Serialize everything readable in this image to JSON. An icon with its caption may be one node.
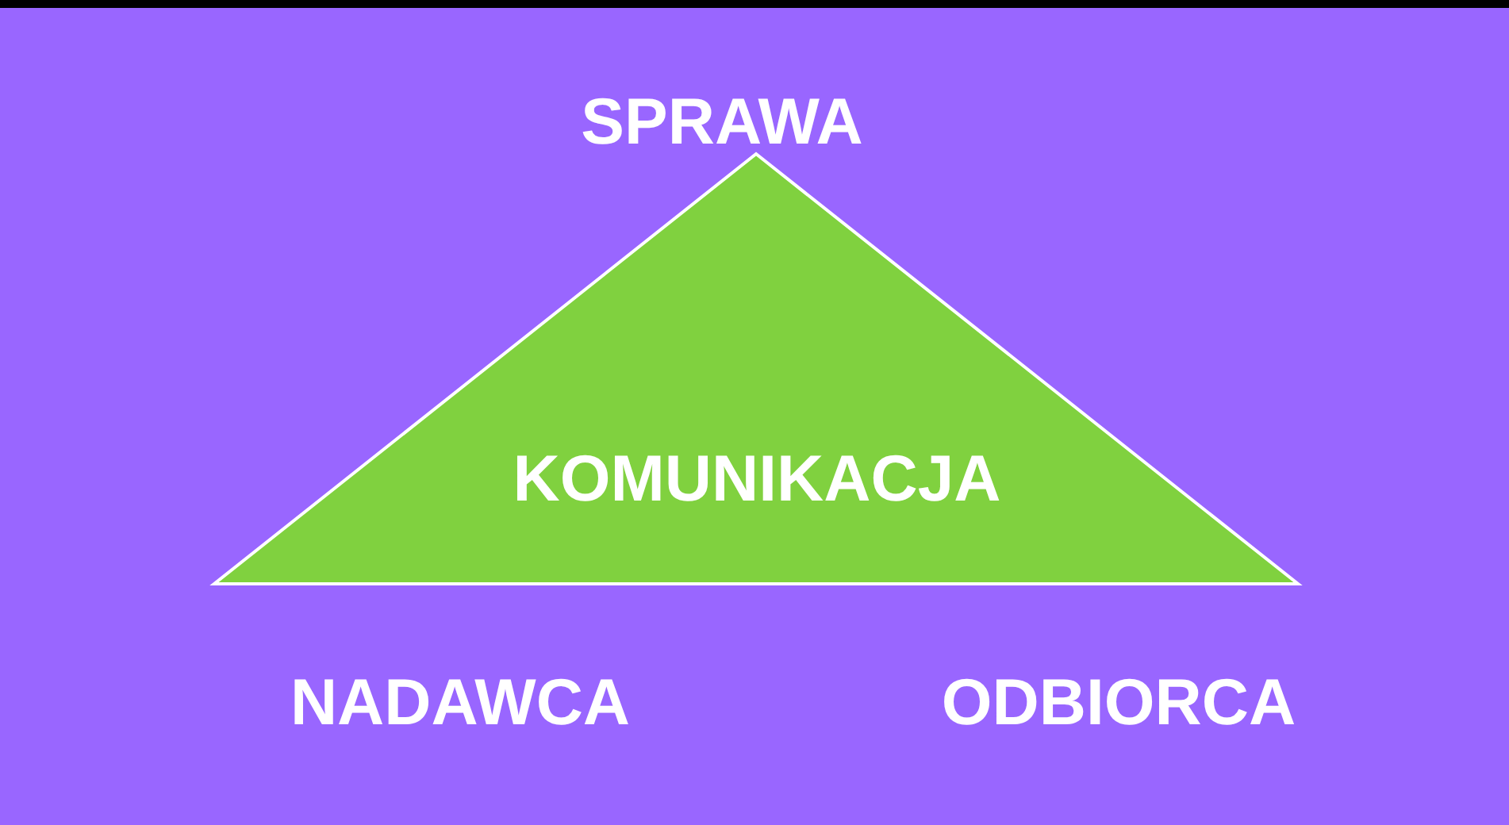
{
  "diagram": {
    "nodes": [
      {
        "text": [
          "KOMUNIKACJA"
        ]
      }
    ],
    "labels": [
      "SPRAWA",
      "NADAWCA",
      "ODBIORCA"
    ]
  }
}
